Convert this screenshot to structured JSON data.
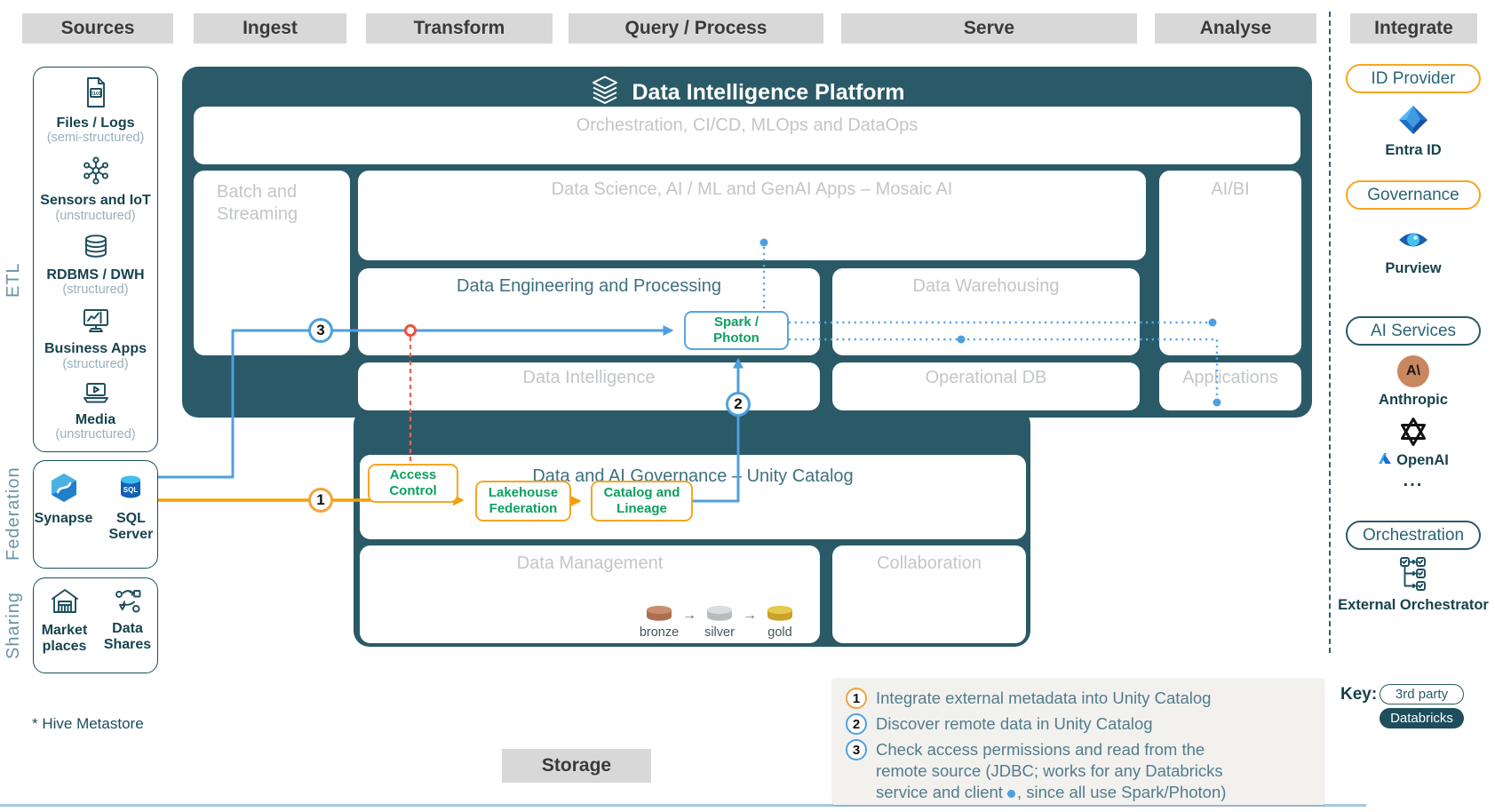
{
  "header": {
    "columns": [
      "Sources",
      "Ingest",
      "Transform",
      "Query / Process",
      "Serve",
      "Analyse"
    ],
    "integrate_label": "Integrate"
  },
  "left_panel": {
    "etl_label": "ETL",
    "federation_label": "Federation",
    "sharing_label": "Sharing",
    "sources": [
      {
        "label": "Files / Logs",
        "sub": "(semi-structured)",
        "icon": "file-code-icon"
      },
      {
        "label": "Sensors and IoT",
        "sub": "(unstructured)",
        "icon": "iot-network-icon"
      },
      {
        "label": "RDBMS / DWH",
        "sub": "(structured)",
        "icon": "database-stack-icon"
      },
      {
        "label": "Business Apps",
        "sub": "(structured)",
        "icon": "app-monitor-icon"
      },
      {
        "label": "Media",
        "sub": "(unstructured)",
        "icon": "media-laptop-icon"
      }
    ],
    "federation_items": [
      {
        "label": "Synapse",
        "icon": "synapse-icon"
      },
      {
        "label": "SQL Server",
        "icon": "sql-server-icon"
      }
    ],
    "sharing_items": [
      {
        "label": "Market places",
        "icon": "marketplace-icon"
      },
      {
        "label": "Data Shares",
        "icon": "data-shares-icon"
      }
    ],
    "hive_note": "* Hive Metastore"
  },
  "platform": {
    "title": "Data Intelligence Platform",
    "orchestration_label": "Orchestration, CI/CD, MLOps and DataOps",
    "batch_streaming_label": "Batch and Streaming",
    "data_science_label": "Data Science, AI / ML and GenAI Apps – Mosaic AI",
    "ai_bi_label": "AI/BI",
    "data_engineering_label": "Data Engineering and Processing",
    "spark_line1": "Spark /",
    "spark_line2": "Photon",
    "data_warehousing_label": "Data Warehousing",
    "data_intelligence_label": "Data Intelligence",
    "operational_db_label": "Operational DB",
    "applications_label": "Applications",
    "governance_title": "Data and AI Governance – Unity Catalog",
    "access_control_label": "Access Control",
    "lakehouse_federation_label": "Lakehouse Federation",
    "catalog_lineage_label": "Catalog and Lineage",
    "data_management_label": "Data Management",
    "collaboration_label": "Collaboration",
    "medallion": {
      "bronze": "bronze",
      "silver": "silver",
      "gold": "gold"
    }
  },
  "integrate_panel": {
    "id_provider_pill": "ID Provider",
    "entra_label": "Entra ID",
    "governance_pill": "Governance",
    "purview_label": "Purview",
    "ai_services_pill": "AI Services",
    "anthropic_label": "Anthropic",
    "openai_label": "OpenAI",
    "ellipsis": "...",
    "orchestration_pill": "Orchestration",
    "external_orchestrator_label": "External Orchestrator"
  },
  "steps": {
    "1": {
      "num": "1",
      "text": "Integrate external metadata into Unity Catalog"
    },
    "2": {
      "num": "2",
      "text": "Discover remote data in Unity Catalog"
    },
    "3": {
      "num": "3",
      "line1": "Check access permissions and read from the",
      "line2": "remote source (JDBC; works for any Databricks",
      "line3_pre": "service and client",
      "line3_post": ", since all use Spark/Photon)"
    }
  },
  "footer": {
    "storage_label": "Storage",
    "key_label": "Key:",
    "key_third_party": "3rd party",
    "key_databricks": "Databricks"
  },
  "colors": {
    "platform_teal": "#2A5A68",
    "accent_orange": "#F5A000",
    "accent_blue": "#4E9FE0",
    "accent_green": "#0CA05F",
    "accent_red": "#F0624D"
  }
}
